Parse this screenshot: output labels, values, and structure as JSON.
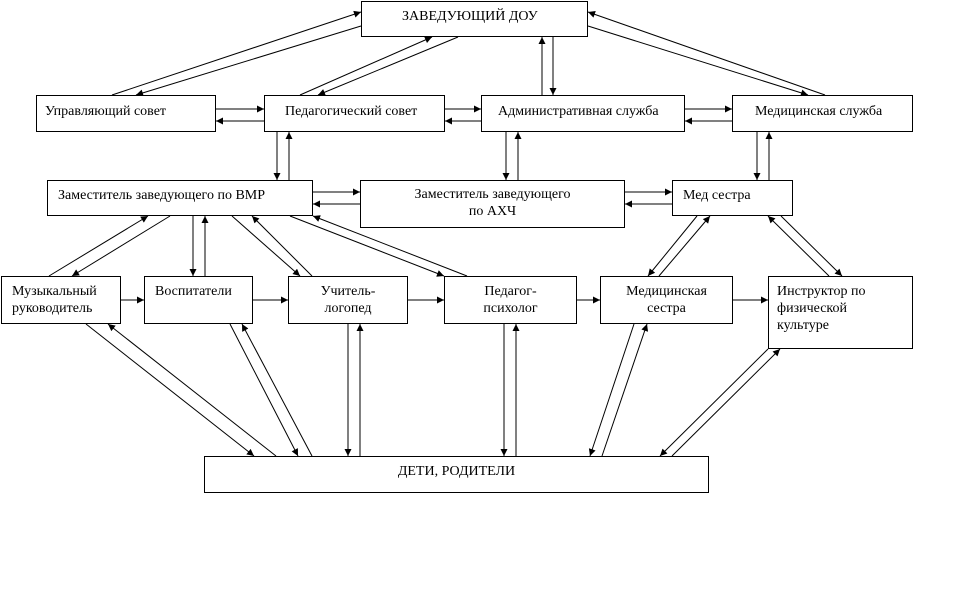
{
  "nodes": {
    "head": {
      "lines": [
        "ЗАВЕДУЮЩИЙ ДОУ"
      ]
    },
    "board": {
      "lines": [
        "Управляющий  совет"
      ]
    },
    "ped": {
      "lines": [
        "Педагогический совет"
      ]
    },
    "admin": {
      "lines": [
        "Административная служба"
      ]
    },
    "med": {
      "lines": [
        "Медицинская служба"
      ]
    },
    "vmr": {
      "lines": [
        "Заместитель заведующего по ВМР"
      ]
    },
    "ahch": {
      "lines": [
        "Заместитель заведующего",
        "по АХЧ"
      ]
    },
    "nurse": {
      "lines": [
        "Мед сестра"
      ]
    },
    "music": {
      "lines": [
        "Музыкальный",
        "руководитель"
      ]
    },
    "teach": {
      "lines": [
        "Воспитатели"
      ]
    },
    "logo": {
      "lines": [
        "Учитель-",
        "логопед"
      ]
    },
    "psych": {
      "lines": [
        "Педагог-",
        "психолог"
      ]
    },
    "mednurse": {
      "lines": [
        "Медицинская",
        "сестра"
      ]
    },
    "phys": {
      "lines": [
        "Инструктор  по",
        "физической",
        "культуре"
      ]
    },
    "children": {
      "lines": [
        "ДЕТИ, РОДИТЕЛИ"
      ]
    }
  }
}
